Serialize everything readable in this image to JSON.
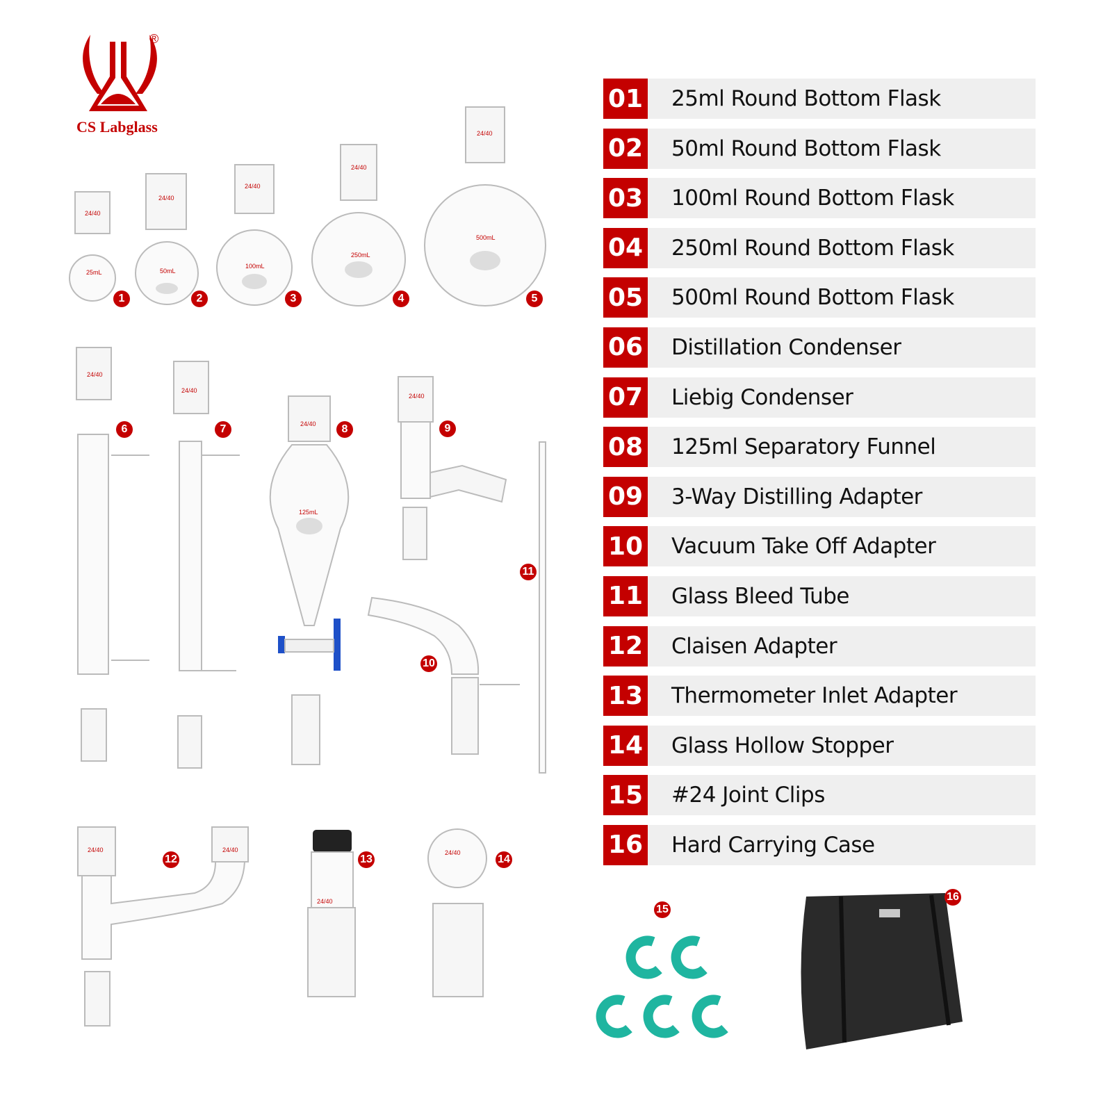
{
  "brand": {
    "name": "CS Labglass",
    "registered": "®",
    "color": "#c40000"
  },
  "items": [
    {
      "num": "01",
      "label": "25ml Round Bottom Flask"
    },
    {
      "num": "02",
      "label": "50ml Round Bottom Flask"
    },
    {
      "num": "03",
      "label": "100ml Round Bottom Flask"
    },
    {
      "num": "04",
      "label": "250ml Round Bottom Flask"
    },
    {
      "num": "05",
      "label": "500ml Round Bottom Flask"
    },
    {
      "num": "06",
      "label": "Distillation Condenser"
    },
    {
      "num": "07",
      "label": "Liebig Condenser"
    },
    {
      "num": "08",
      "label": "125ml Separatory Funnel"
    },
    {
      "num": "09",
      "label": "3-Way Distilling Adapter"
    },
    {
      "num": "10",
      "label": "Vacuum Take Off Adapter"
    },
    {
      "num": "11",
      "label": "Glass Bleed Tube"
    },
    {
      "num": "12",
      "label": "Claisen Adapter"
    },
    {
      "num": "13",
      "label": "Thermometer Inlet Adapter"
    },
    {
      "num": "14",
      "label": "Glass Hollow Stopper"
    },
    {
      "num": "15",
      "label": "#24 Joint Clips"
    },
    {
      "num": "16",
      "label": "Hard Carrying Case"
    }
  ],
  "badges": [
    "1",
    "2",
    "3",
    "4",
    "5",
    "6",
    "7",
    "8",
    "9",
    "10",
    "11",
    "12",
    "13",
    "14",
    "15",
    "16"
  ],
  "glass_marks": {
    "joint": "24/40",
    "v25": "25mL",
    "v50": "50mL",
    "v100": "100mL",
    "v250": "250mL",
    "v500": "500mL",
    "v125": "125mL"
  }
}
